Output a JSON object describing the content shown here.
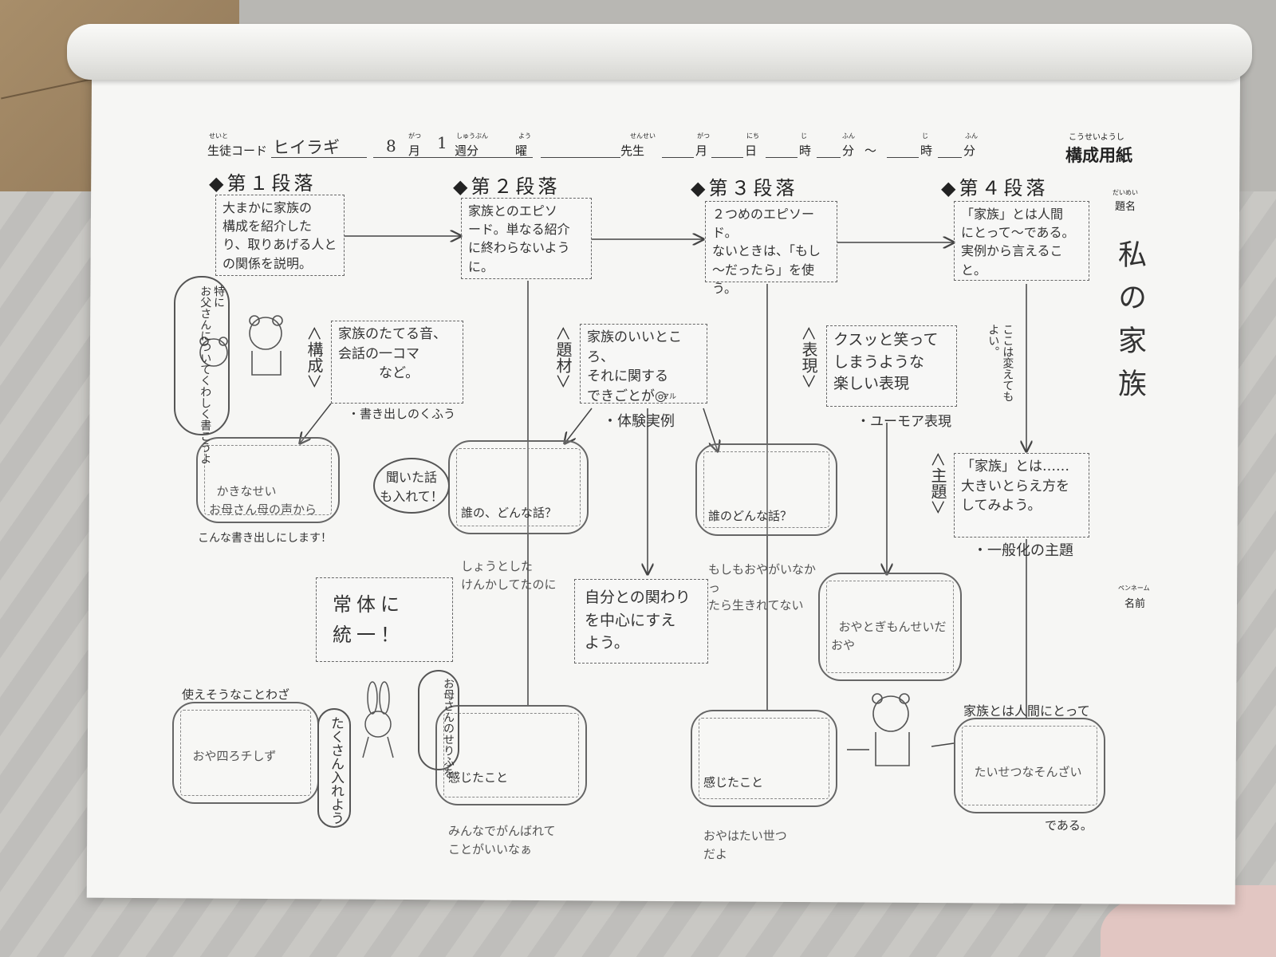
{
  "header": {
    "code_ruby": "せいと",
    "code_label": "生徒コード",
    "code_value": "ヒイラギ",
    "month_value": "8",
    "month_ruby": "がつ",
    "month_label": "月",
    "week_value": "1",
    "week_ruby": "しゅうぶん",
    "week_label": "週分",
    "day_ruby": "よう",
    "day_label": "曜",
    "teacher_ruby": "せんせい",
    "teacher_label": "先生",
    "date_month_ruby": "がつ",
    "date_month": "月",
    "date_day_ruby": "にち",
    "date_day": "日",
    "start_hour_ruby": "じ",
    "start_hour": "時",
    "start_min_ruby": "ふん",
    "start_min": "分",
    "tilde": "～",
    "end_hour_ruby": "じ",
    "end_hour": "時",
    "end_min_ruby": "ふん",
    "end_min": "分",
    "sheet_ruby": "こうせいようし",
    "sheet_title": "構成用紙"
  },
  "sidebar": {
    "title_ruby": "だいめい",
    "title_label": "題名",
    "title_value": "私の家族",
    "pen_ruby": "ペンネーム",
    "name_label": "名前"
  },
  "paragraphs": [
    {
      "label": "◆第１段落",
      "text": "大まかに家族の\n構成を紹介した\nり、取りあげる人と\nの関係を説明。"
    },
    {
      "label": "◆第２段落",
      "text": "家族とのエピソ\nード。単なる紹介\nに終わらないよう\nに。"
    },
    {
      "label": "◆第３段落",
      "text": "２つめのエピソード。\nないときは、「もし\n～だったら」を使\nう。"
    },
    {
      "label": "◆第４段落",
      "text": "「家族」とは人間\nにとって～である。\n実例から言えること。"
    }
  ],
  "guides": {
    "structure_tag": "＜構成＞",
    "structure_box": "家族のたてる音、\n会話の一コマ\n　　　など。",
    "structure_note": "・書き出しのくふう",
    "material_tag": "＜題材＞",
    "material_box": "家族のいいところ、\nそれに関する\nできごとが◎",
    "material_ruby": "マル",
    "material_note": "・体験実例",
    "expression_tag": "＜表現＞",
    "expression_box": "クスッと笑って\nしまうような\n楽しい表現",
    "expression_note": "・ユーモア表現",
    "theme_tag": "＜主題＞",
    "theme_box": "「家族」とは……\n大きいとらえ方を\nしてみよう。",
    "theme_note": "・一般化の主題",
    "side_note": "ここは変えても\nよい。"
  },
  "clouds": {
    "opening": "かきなせい\nお母さん母の声から",
    "opening_caption": "こんな書き出しにします！",
    "who_story_2_title": "誰の、どんな話？",
    "who_story_2_body": "しょうとした\nけんかしてたのに",
    "who_story_3_title": "誰のどんな話？",
    "who_story_3_body": "もしもおやがいなかっ\nたら生きれてない",
    "humor": "おやとぎもんせいだ\nおや",
    "proverb_title": "使えそうなことわざ",
    "proverb_body": "おや四ろチしず",
    "felt_2_title": "感じたこと",
    "felt_2_body": "みんなでがんばれて\nことがいいなぁ",
    "felt_3_title": "感じたこと",
    "felt_3_body": "おやはたい世つ\nだよ",
    "family_title": "家族とは人間にとって",
    "family_body": "たいせつなそんざい",
    "family_end": "である。"
  },
  "extras": {
    "bear_speech": "特に\nお父さんについてくわしく書こうよ",
    "listen_bubble": "聞いた話\nも入れて！",
    "unify_box": "常体に\n統一！",
    "self_box": "自分との関わり\nを中心にすえ\nよう。",
    "rabbit_speech_1": "お母さんのせりふを",
    "rabbit_speech_2": "たくさん入れよう"
  }
}
